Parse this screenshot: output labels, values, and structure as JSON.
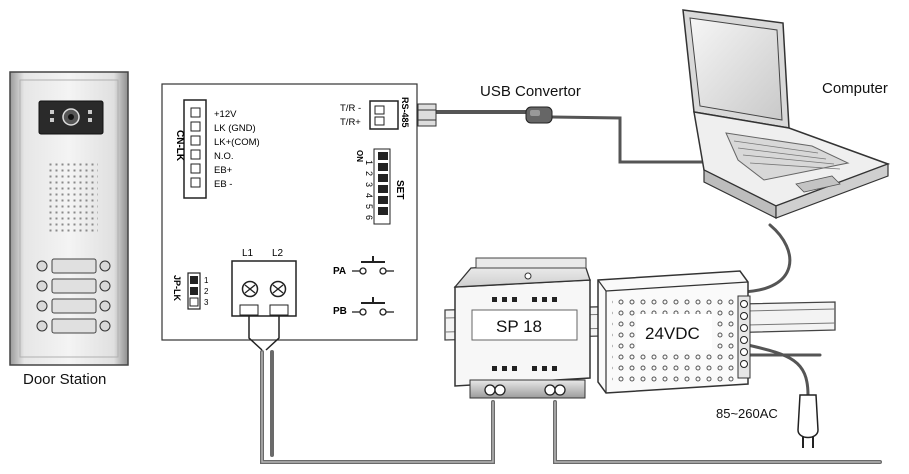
{
  "labels": {
    "door_station": "Door Station",
    "usb_convertor": "USB Convertor",
    "computer": "Computer",
    "sp18": "SP 18",
    "psu": "24VDC",
    "ac_input": "85~260AC"
  },
  "board": {
    "cn_lk_title": "CN-LK",
    "cn_lk_pins": [
      "+12V",
      "LK  (GND)",
      "LK+(COM)",
      "N.O.",
      "EB+",
      "EB -"
    ],
    "rs485_title": "RS-485",
    "rs485_pins": [
      "T/R -",
      "T/R+"
    ],
    "dip_on": "ON",
    "dip_numbers": [
      "1",
      "2",
      "3",
      "4",
      "5",
      "6"
    ],
    "set_label": "SET",
    "jp_lk_title": "JP-LK",
    "jp_lk_pins": [
      "1",
      "2",
      "3"
    ],
    "terminal_labels": [
      "L1",
      "L2"
    ],
    "pa_label": "PA",
    "pb_label": "PB"
  }
}
